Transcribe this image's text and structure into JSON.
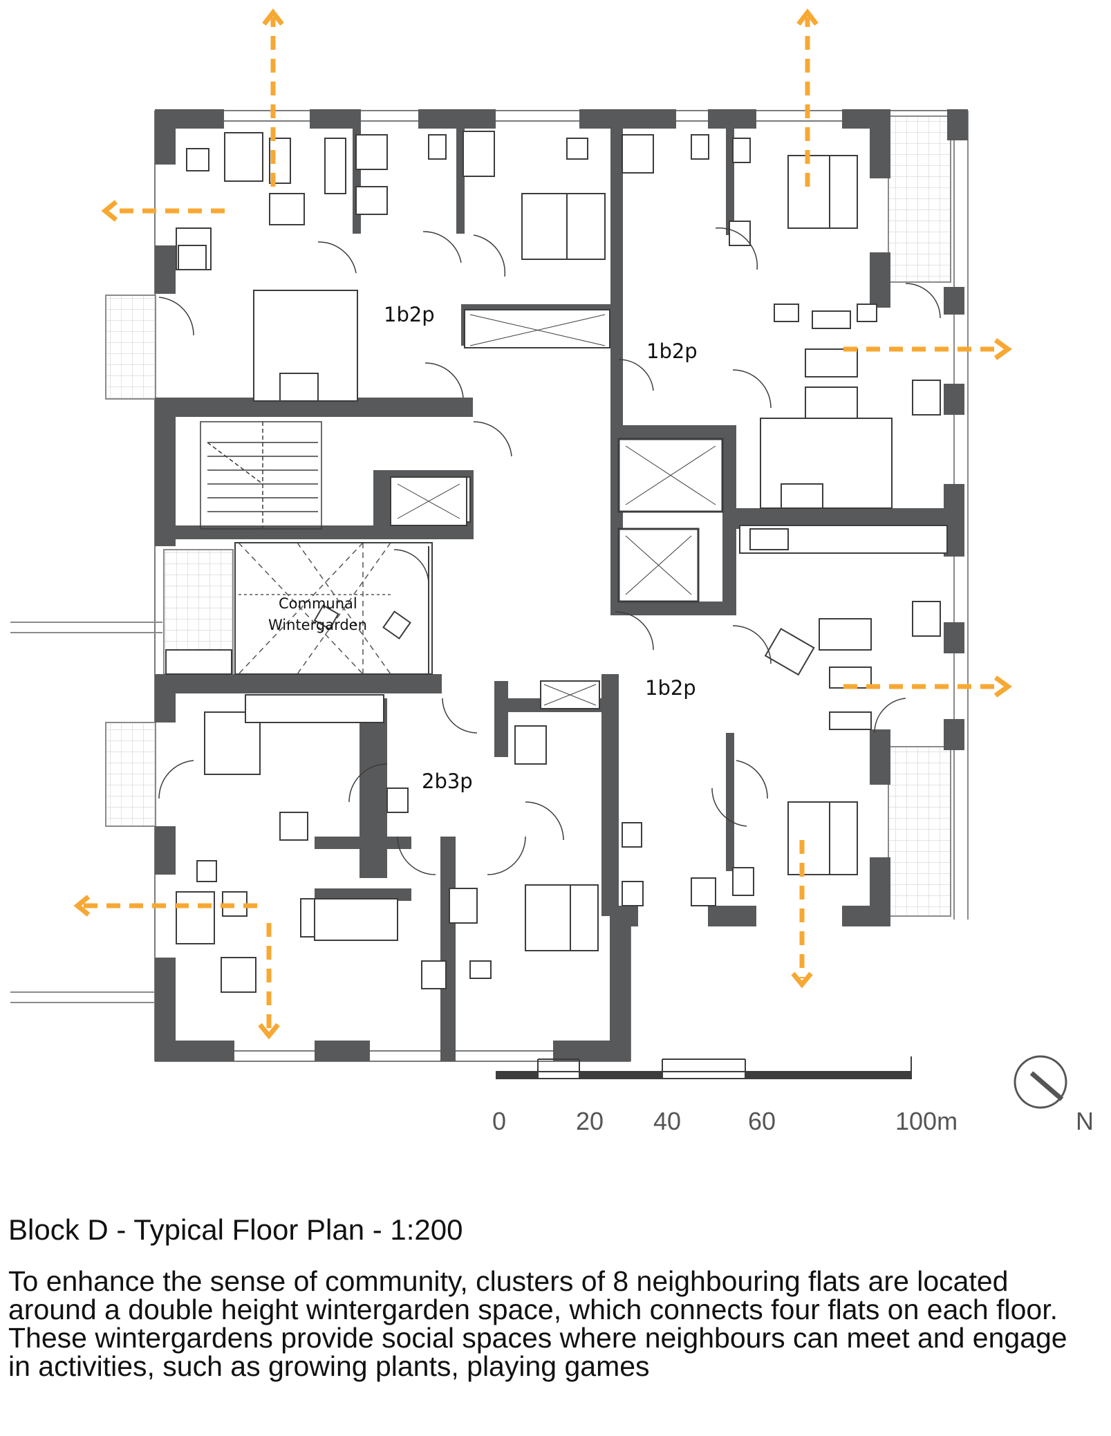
{
  "plan": {
    "labels": {
      "unit_nw": "1b2p",
      "unit_ne": "1b2p",
      "unit_se": "1b2p",
      "unit_sw": "2b3p",
      "wintergarden_line1": "Communal",
      "wintergarden_line2": "Wintergarden"
    },
    "colors": {
      "wall": "#58595b",
      "arrow": "#f7a833",
      "furniture": "#3c3c3c"
    },
    "icons": [
      "view-arrow-icon",
      "north-arrow-icon"
    ]
  },
  "scale_bar": {
    "ticks": [
      "0",
      "20",
      "40",
      "60",
      "100m"
    ]
  },
  "north": {
    "label": "N"
  },
  "caption": {
    "title": "Block D - Typical Floor Plan - 1:200",
    "body": "To enhance the sense of community, clusters of 8 neighbouring flats are located around a double height wintergarden space, which connects four flats on each floor. These wintergardens provide social spaces where neighbours can meet and engage in activities, such as growing plants, playing games"
  }
}
